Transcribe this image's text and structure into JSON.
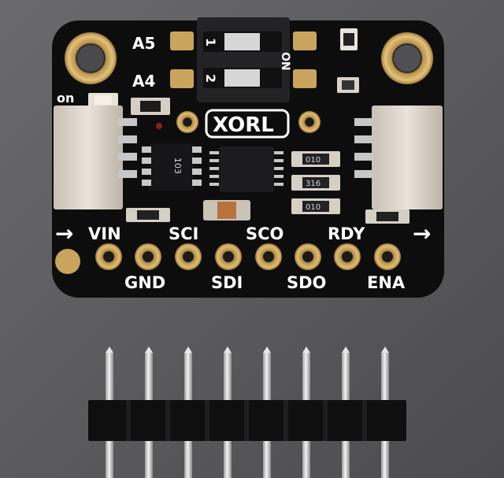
{
  "board": {
    "chip_label": "XORL",
    "address_labels": {
      "a5": "A5",
      "a4": "A4"
    },
    "dip_switch": {
      "pos1": "1",
      "pos2": "2",
      "state": "ON"
    },
    "power_led_label": "on",
    "arrow_in": "→",
    "arrow_out": "→",
    "top_pin_labels": [
      "VIN",
      "SCI",
      "SCO",
      "RDY"
    ],
    "bottom_pin_labels": [
      "GND",
      "SDI",
      "SDO",
      "ENA"
    ],
    "resistor_code": "103",
    "passive_codes": [
      "010",
      "316",
      "010"
    ]
  },
  "colors": {
    "pcb": "#0d0d0e",
    "gold": "#c9a45c",
    "background": "#5e5e60",
    "connector": "#d8d0c4"
  }
}
